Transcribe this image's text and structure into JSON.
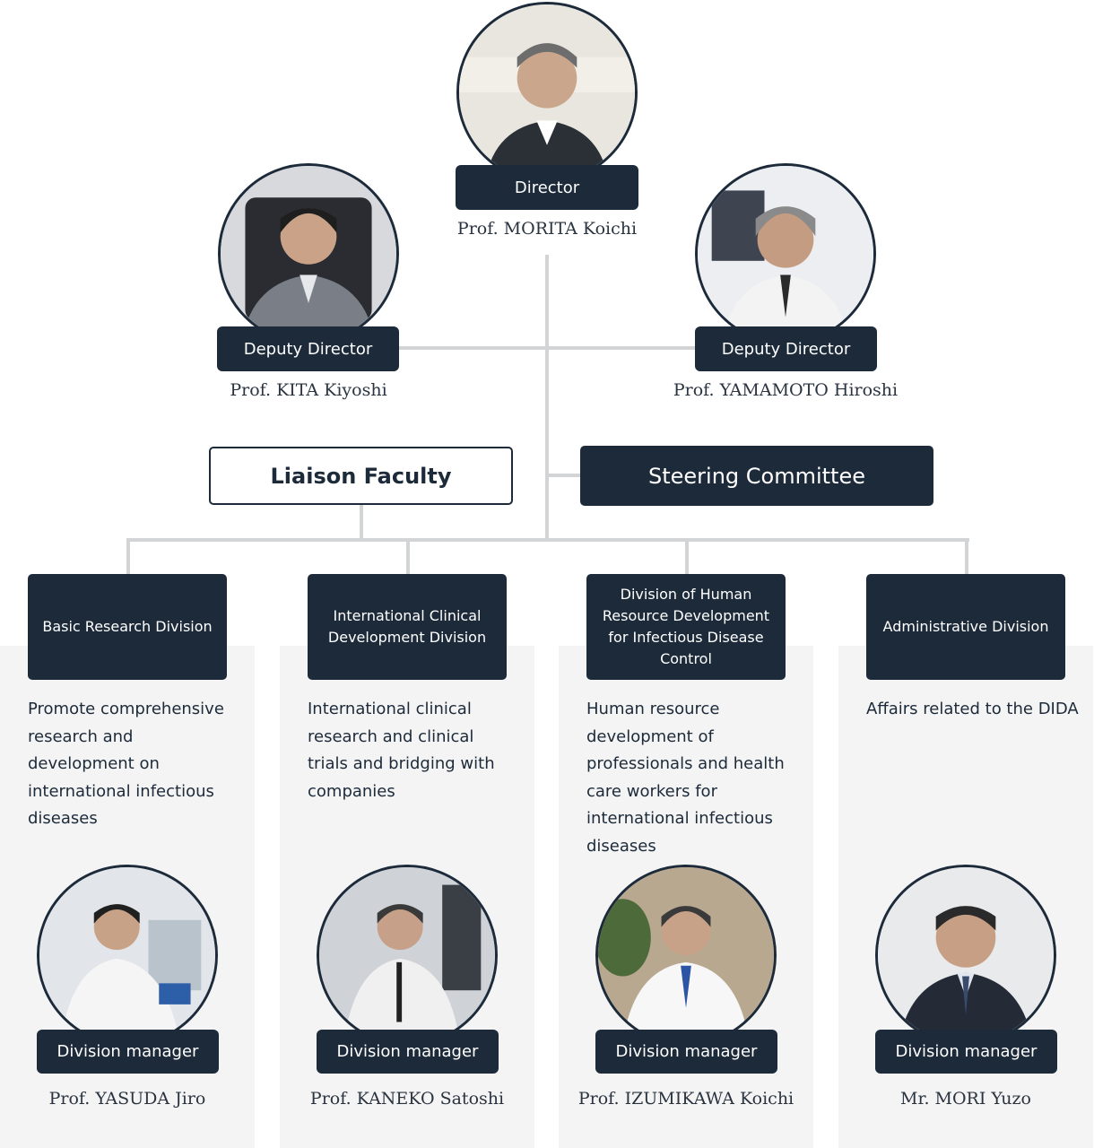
{
  "top": {
    "director": {
      "role": "Director",
      "name": "Prof. MORITA Koichi"
    },
    "deputy_left": {
      "role": "Deputy Director",
      "name": "Prof. KITA Kiyoshi"
    },
    "deputy_right": {
      "role": "Deputy Director",
      "name": "Prof. YAMAMOTO Hiroshi"
    }
  },
  "liaison_label": "Liaison Faculty",
  "steering_label": "Steering Committee",
  "divisions": [
    {
      "title": "Basic Research Division",
      "description": "Promote comprehensive research and development on international infectious diseases",
      "manager_role": "Division manager",
      "manager_name": "Prof. YASUDA Jiro"
    },
    {
      "title": "International Clinical Development Division",
      "description": "International clinical research and clinical trials and bridging with companies",
      "manager_role": "Division manager",
      "manager_name": "Prof. KANEKO Satoshi"
    },
    {
      "title": "Division of Human Resource Development for Infectious Disease Control",
      "description": "Human resource development of professionals and health care workers for international infectious diseases",
      "manager_role": "Division manager",
      "manager_name": "Prof. IZUMIKAWA Koichi"
    },
    {
      "title": "Administrative Division",
      "description": "Affairs related to the DIDA",
      "manager_role": "Division manager",
      "manager_name": "Mr. MORI Yuzo"
    }
  ],
  "colors": {
    "navy": "#1c2a3a",
    "connector": "#d2d4d6",
    "column_bg": "#f4f4f4"
  }
}
